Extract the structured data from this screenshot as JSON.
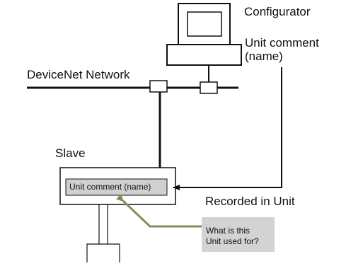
{
  "labels": {
    "configurator": "Configurator",
    "unit_comment_line1": "Unit comment",
    "unit_comment_line2": "(name)",
    "network": "DeviceNet Network",
    "slave": "Slave",
    "unit_comment_box": "Unit comment (name)",
    "recorded": "Recorded in Unit",
    "callout_line1": "What is this",
    "callout_line2": "Unit used for?"
  },
  "colors": {
    "line": "#111111",
    "unit_comment_fill": "#d0d0d0",
    "callout_fill": "#d3d3d3",
    "callout_pointer": "#8a8a5c"
  }
}
